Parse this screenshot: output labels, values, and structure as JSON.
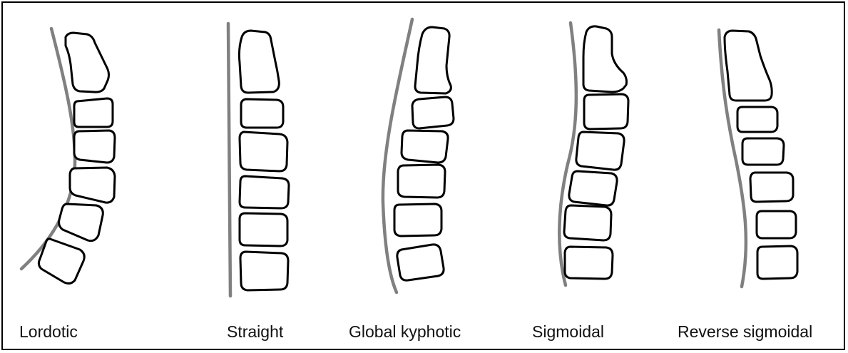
{
  "figure": {
    "panels": [
      {
        "label": "Lordotic"
      },
      {
        "label": "Straight"
      },
      {
        "label": "Global kyphotic"
      },
      {
        "label": "Sigmoidal"
      },
      {
        "label": "Reverse sigmoidal"
      }
    ]
  },
  "colors": {
    "curve_line": "#808080",
    "outline": "#000000",
    "background": "#ffffff"
  }
}
